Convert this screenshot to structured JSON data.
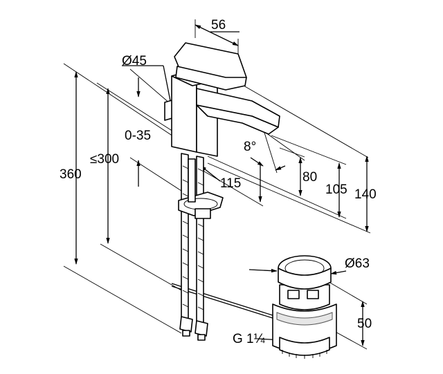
{
  "dimensions": {
    "handle_width": "56",
    "base_diameter": "Ø45",
    "mount_range": "0-35",
    "max_worktop": "≤300",
    "total_height": "360",
    "spout_angle": "8°",
    "spout_reach": "115",
    "spout_outlet_height": "80",
    "spout_height": "105",
    "body_height": "140",
    "waste_diameter": "Ø63",
    "waste_height": "50",
    "thread": "G 1¼"
  }
}
